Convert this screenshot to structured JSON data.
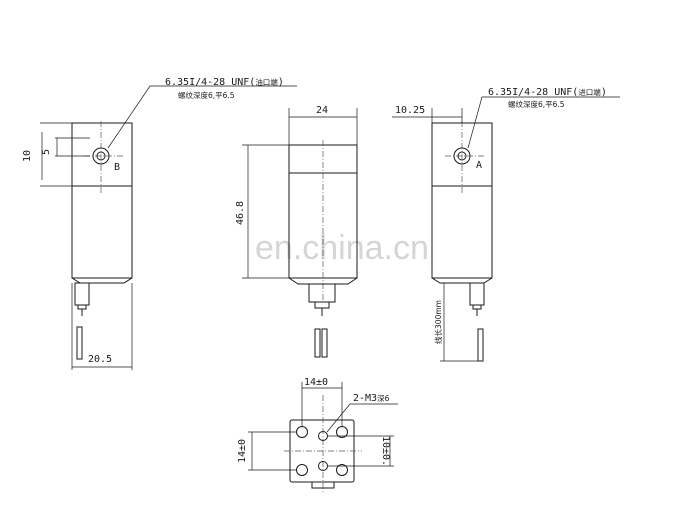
{
  "left_view": {
    "port_label": "6.35I/4-28 UNF(",
    "port_label_cjk": "油口端",
    "port_label_close": ")",
    "thread_note": "螺纹深度6,平6.5",
    "port_letter": "B",
    "dim_height": "10",
    "dim_port": "5",
    "dim_width": "20.5"
  },
  "center_view": {
    "dim_width": "24",
    "dim_height": "46.8"
  },
  "right_view": {
    "port_label": "6.35I/4-28 UNF(",
    "port_label_cjk": "进口端",
    "port_label_close": ")",
    "thread_note": "螺纹深度6,平6.5",
    "port_letter": "A",
    "dim_offset": "10.25",
    "dim_cable": "线长300mm"
  },
  "bottom_view": {
    "dim_top": "14±0",
    "screw_note": "2-M3",
    "screw_note_cjk": "深6",
    "dim_left": "14±0",
    "dim_right": "10±0."
  },
  "watermark": "en.china.cn"
}
